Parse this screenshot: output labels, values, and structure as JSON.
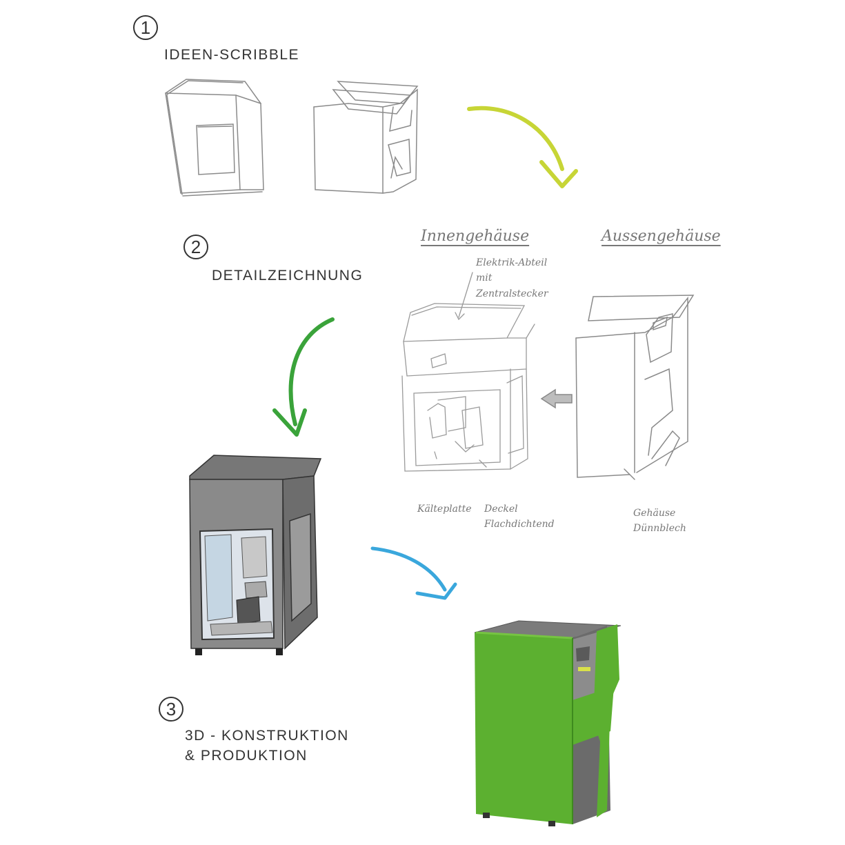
{
  "steps": [
    {
      "number": "1",
      "title": "IDEEN-SCRIBBLE"
    },
    {
      "number": "2",
      "title": "DETAILZEICHNUNG"
    },
    {
      "number": "3",
      "title": "3D - KONSTRUKTION\n& PRODUKTION"
    }
  ],
  "sketch_labels": {
    "inner_housing": "Innengehäuse",
    "outer_housing": "Aussengehäuse",
    "electric_compartment": "Elektrik-Abteil mit Zentralstecker",
    "cold_plate": "Kälteplatte",
    "lid_seal": "Deckel Flachdichtend",
    "housing_sheet": "Gehäuse Dünnblech"
  },
  "colors": {
    "arrow_yellow": "#c7d536",
    "arrow_green": "#3aa33a",
    "arrow_blue": "#3aa7dc",
    "product_green": "#5cb030",
    "product_grey": "#6b6b6b",
    "sketch_line": "#8a8a8a"
  },
  "icons": [
    "yellow-curved-arrow",
    "green-curved-arrow",
    "blue-curved-arrow",
    "grey-block-arrow"
  ]
}
